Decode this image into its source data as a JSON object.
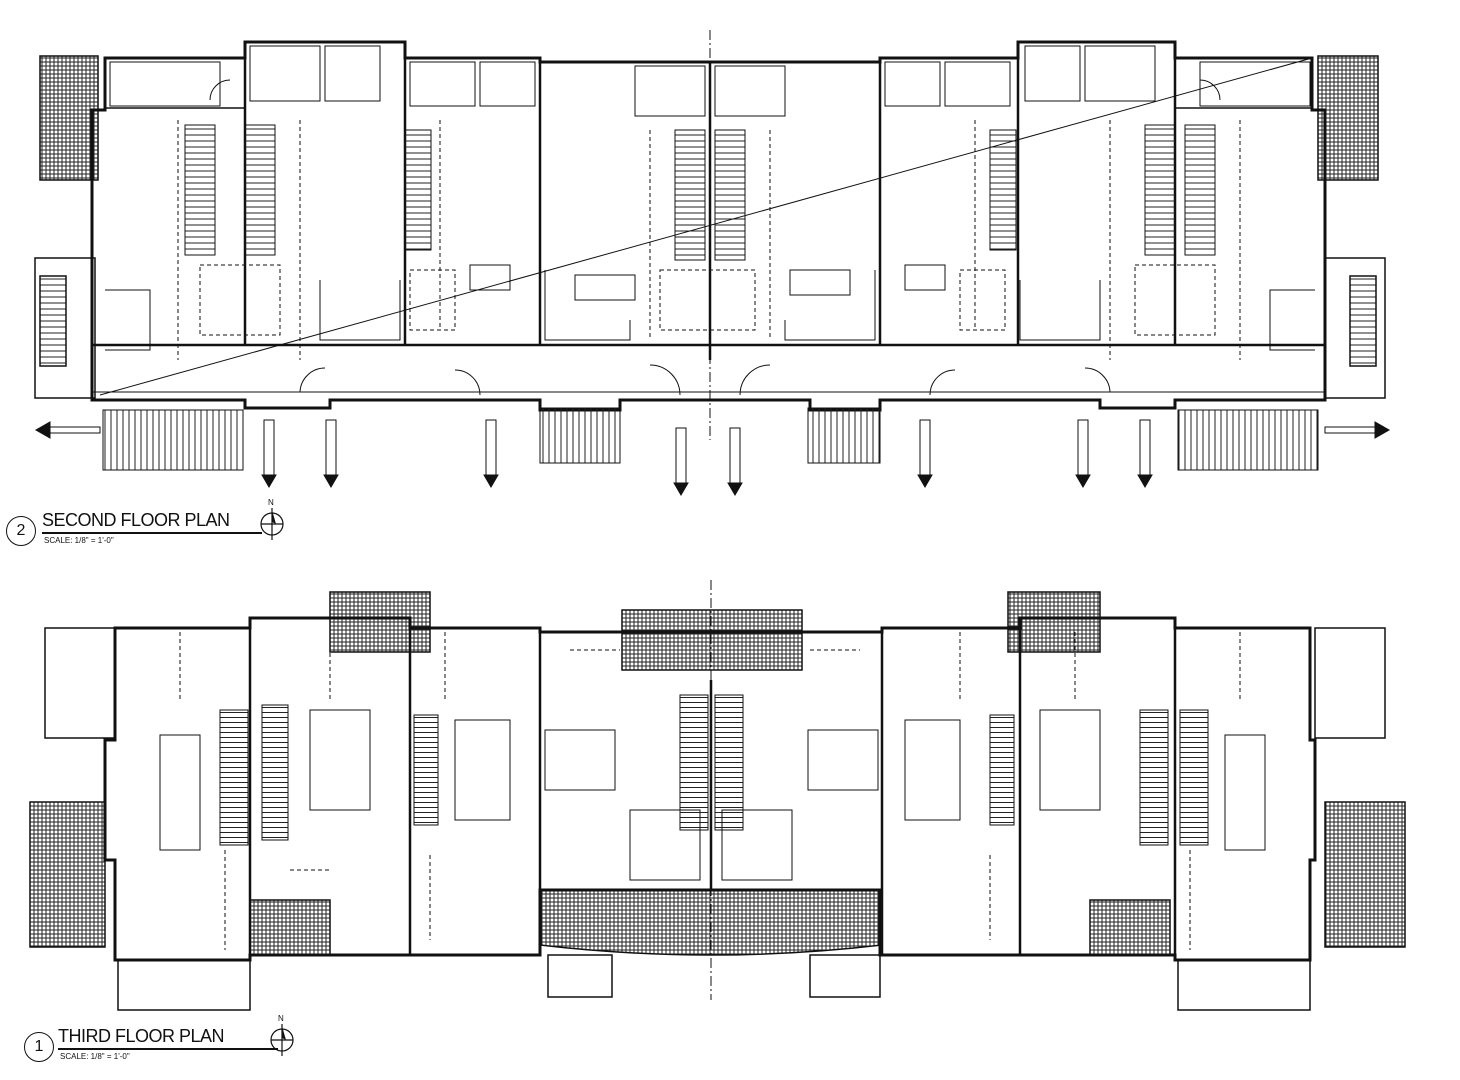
{
  "drawings": [
    {
      "number": "2",
      "title": "SECOND FLOOR PLAN",
      "scale": "SCALE: 1/8\" = 1'-0\"",
      "north": "N"
    },
    {
      "number": "1",
      "title": "THIRD FLOOR PLAN",
      "scale": "SCALE: 1/8\" = 1'-0\"",
      "north": "N"
    }
  ],
  "colors": {
    "line": "#111111",
    "paper": "#ffffff",
    "hatch": "#222222"
  }
}
